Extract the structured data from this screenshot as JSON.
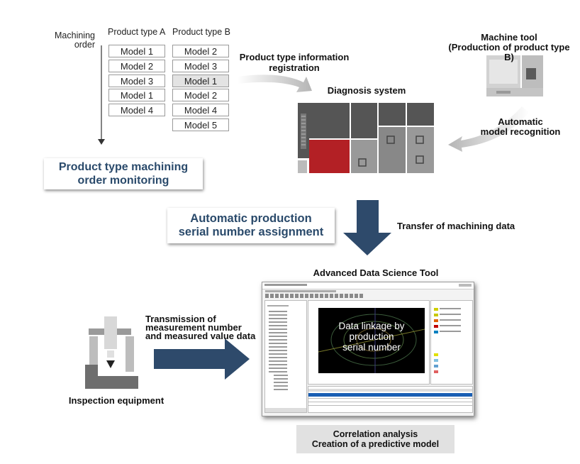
{
  "machining_order_label": "Machining\norder",
  "columns": {
    "a": {
      "header": "Product type A",
      "cells": [
        "Model 1",
        "Model 2",
        "Model 3",
        "Model 1",
        "Model 4"
      ]
    },
    "b": {
      "header": "Product type B",
      "cells": [
        "Model 2",
        "Model 3",
        "Model 1",
        "Model 2",
        "Model 4",
        "Model 5"
      ],
      "highlight_index": 2
    }
  },
  "order_monitoring_box": "Product type machining\norder monitoring",
  "product_type_registration": "Product type information\nregistration",
  "diagnosis_system": "Diagnosis system",
  "machine_tool": "Machine tool\n(Production of product type B)",
  "auto_model_recognition": "Automatic\nmodel recognition",
  "serial_box": "Automatic production\nserial number assignment",
  "transfer_label": "Transfer of machining data",
  "adst_label": "Advanced Data Science Tool",
  "transmission_label": "Transmission of\nmeasurement number\nand measured value data",
  "inspection_label": "Inspection equipment",
  "data_linkage": "Data linkage by\nproduction\nserial number",
  "correlation_box": "Correlation analysis\nCreation of a predictive model",
  "colors": {
    "navy": "#2e4a6b",
    "red": "#b32025",
    "dark_gray": "#555555",
    "mid_gray": "#8a8a8a",
    "light_gray": "#c8c8c8"
  }
}
